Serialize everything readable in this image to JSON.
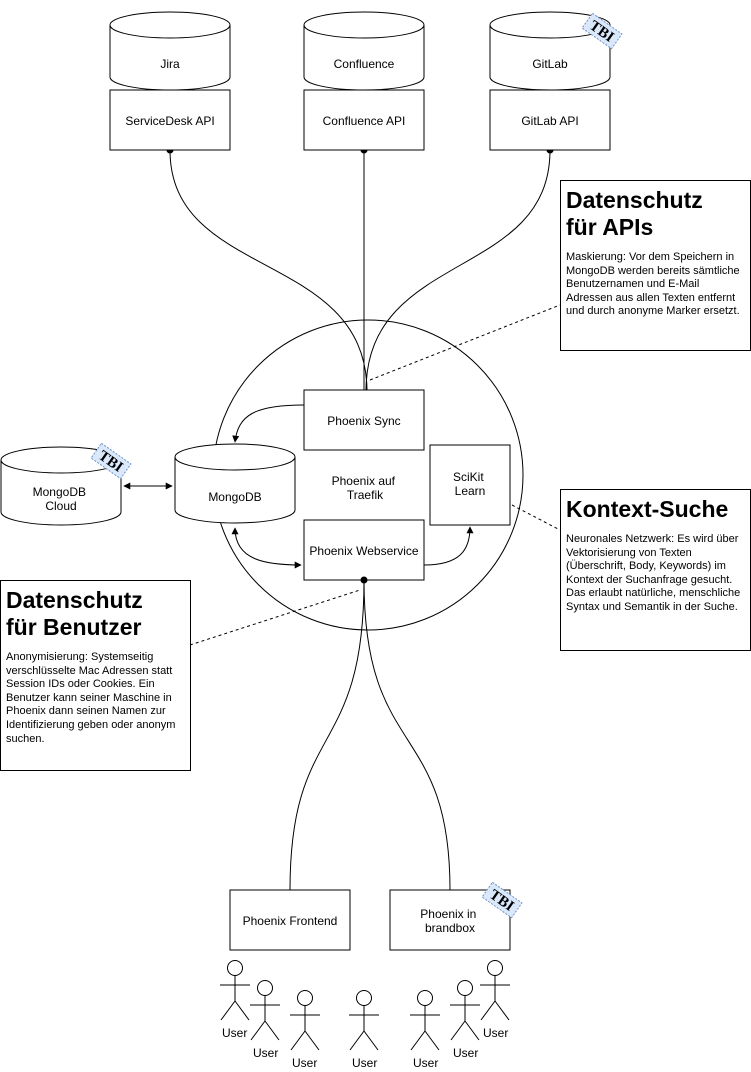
{
  "sources": {
    "jira": {
      "title": "Jira",
      "api": "ServiceDesk API"
    },
    "confluence": {
      "title": "Confluence",
      "api": "Confluence API"
    },
    "gitlab": {
      "title": "GitLab",
      "api": "GitLab API"
    }
  },
  "core": {
    "container": "Phoenix auf\nTraefik",
    "sync": "Phoenix Sync",
    "mongodb": "MongoDB",
    "mongodb_cloud": "MongoDB\nCloud",
    "scikit": "SciKit\nLearn",
    "webservice": "Phoenix Webservice"
  },
  "clients": {
    "frontend": "Phoenix Frontend",
    "brandbox": "Phoenix in\nbrandbox"
  },
  "badge": "TBI",
  "notes": {
    "api_privacy": {
      "title": "Datenschutz\nfür APIs",
      "text": "Maskierung: Vor dem Speichern in MongoDB werden bereits sämtliche Benutzernamen und E-Mail Adressen aus allen Texten entfernt und durch anonyme Marker ersetzt."
    },
    "context_search": {
      "title": "Kontext-Suche",
      "text": "Neuronales Netzwerk: Es wird über Vektorisierung von Texten (Überschrift, Body, Keywords) im Kontext der Suchanfrage gesucht. Das erlaubt natürliche, menschliche Syntax und Semantik in der Suche."
    },
    "user_privacy": {
      "title": "Datenschutz\nfür Benutzer",
      "text": "Anonymisierung: Systemseitig verschlüsselte Mac Adressen statt Session IDs oder Cookies. Ein Benutzer kann seiner Maschine in Phoenix dann seinen Namen zur Identifizierung geben oder anonym suchen."
    }
  },
  "users": [
    "User",
    "User",
    "User",
    "User",
    "User",
    "User",
    "User"
  ]
}
